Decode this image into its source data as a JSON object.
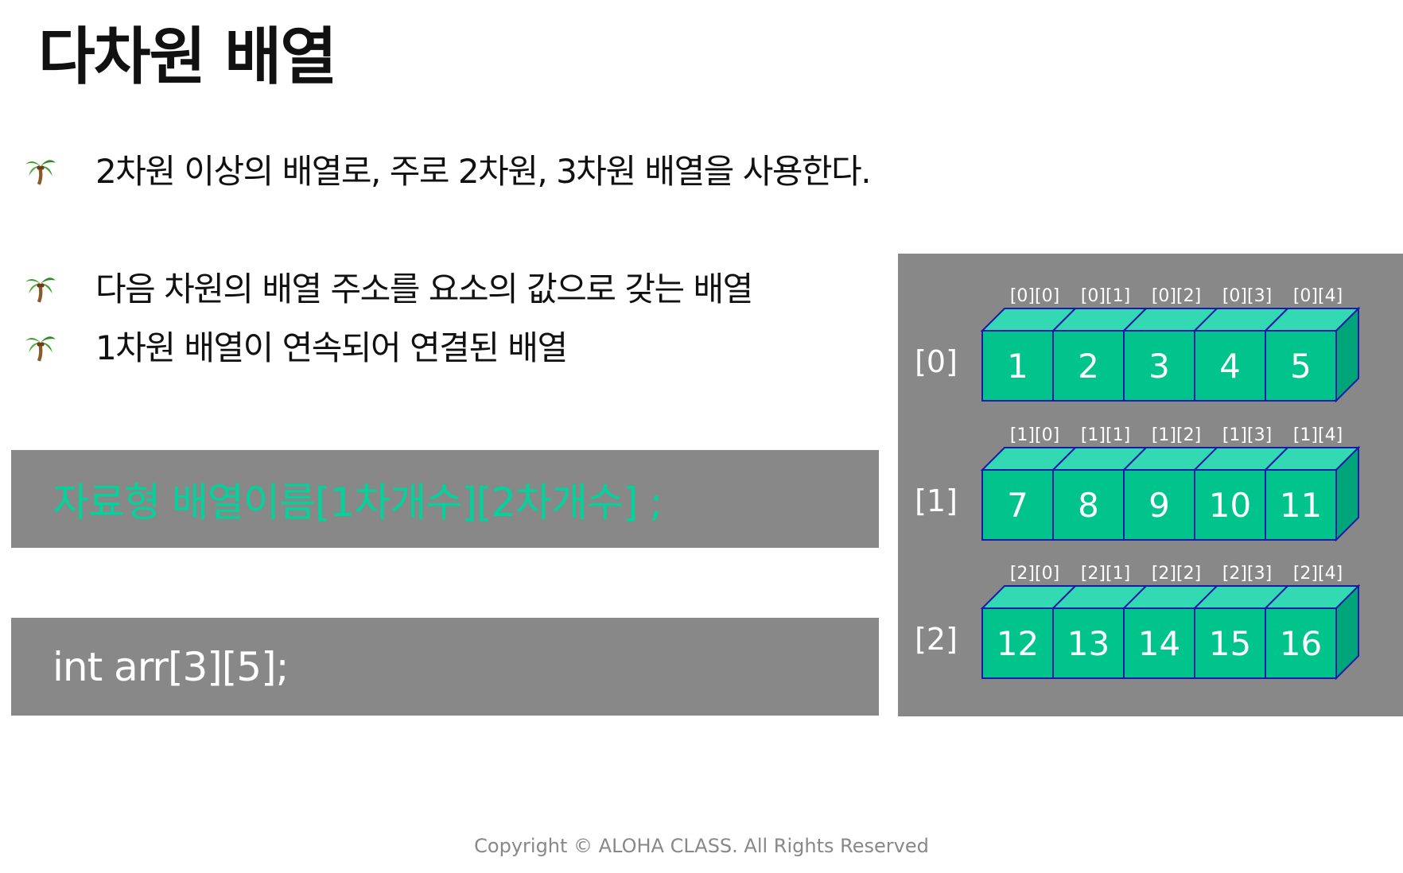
{
  "title": "다차원 배열",
  "bullets": [
    "2차원 이상의 배열로, 주로 2차원, 3차원 배열을 사용한다.",
    "다음 차원의 배열 주소를 요소의 값으로 갖는 배열",
    "1차원 배열이 연속되어 연결된 배열"
  ],
  "bullet_icon": "palm-tree-icon",
  "syntax": "자료형 배열이름[1차개수][2차개수] ;",
  "example": "int arr[3][5];",
  "array_diagram": {
    "rows": [
      {
        "label": "[0]",
        "indices": [
          "[0][0]",
          "[0][1]",
          "[0][2]",
          "[0][3]",
          "[0][4]"
        ],
        "values": [
          "1",
          "2",
          "3",
          "4",
          "5"
        ]
      },
      {
        "label": "[1]",
        "indices": [
          "[1][0]",
          "[1][1]",
          "[1][2]",
          "[1][3]",
          "[1][4]"
        ],
        "values": [
          "7",
          "8",
          "9",
          "10",
          "11"
        ]
      },
      {
        "label": "[2]",
        "indices": [
          "[2][0]",
          "[2][1]",
          "[2][2]",
          "[2][3]",
          "[2][4]"
        ],
        "values": [
          "12",
          "13",
          "14",
          "15",
          "16"
        ]
      }
    ],
    "colors": {
      "cell_front": "#00c48c",
      "cell_top": "#33d9b2",
      "cell_side": "#00a67a",
      "cell_stroke": "#1a1aa8",
      "panel_bg": "#888888",
      "syntax_text": "#00d49a"
    }
  },
  "footer": "Copyright © ALOHA CLASS. All Rights Reserved"
}
